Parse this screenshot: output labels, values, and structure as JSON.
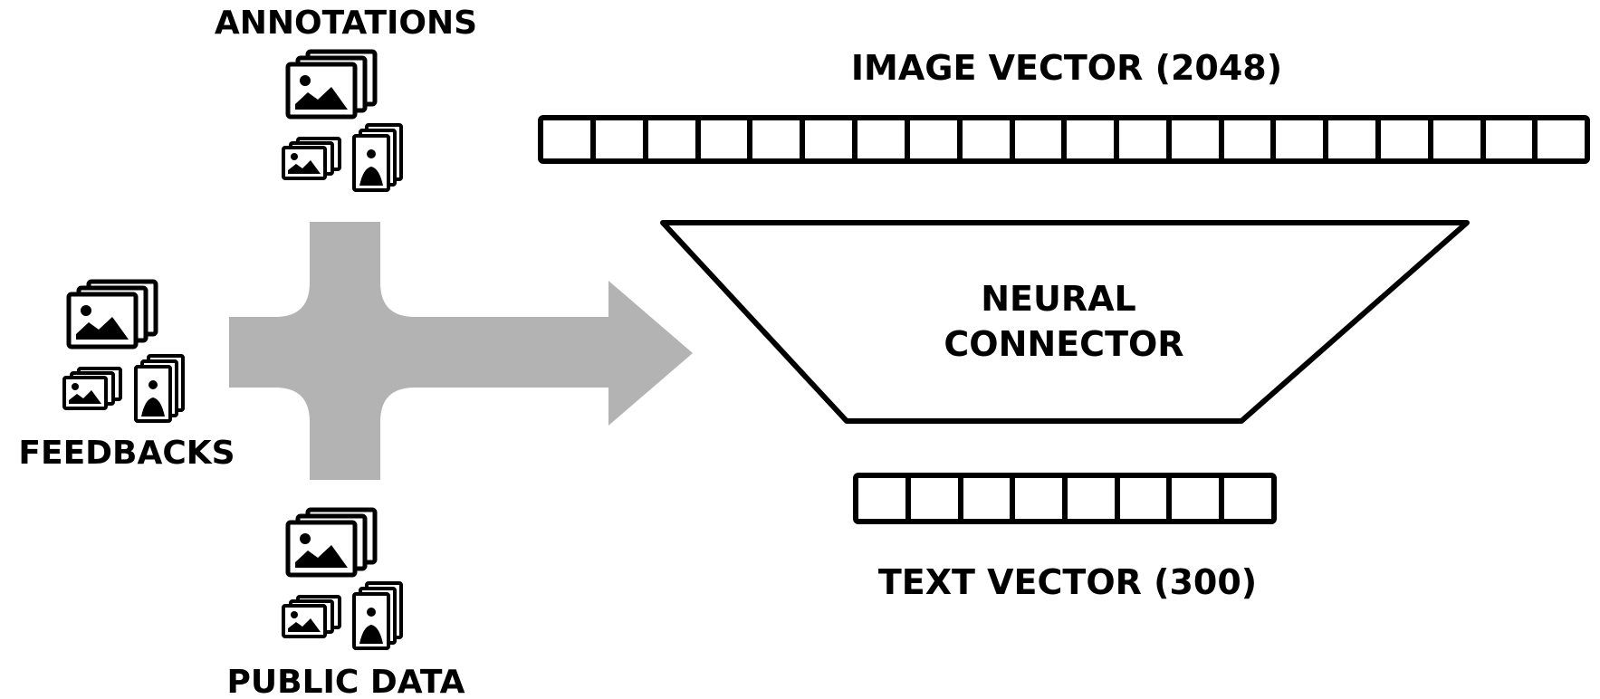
{
  "labels": {
    "annotations": "ANNOTATIONS",
    "feedbacks": "FEEDBACKS",
    "public_data": "PUBLIC DATA",
    "image_vector": "IMAGE VECTOR (2048)",
    "text_vector": "TEXT VECTOR (300)",
    "connector_line1": "NEURAL",
    "connector_line2": "CONNECTOR"
  },
  "icons": {
    "landscape_stack": "landscape-images-stack-icon",
    "small_landscape_stack": "small-landscape-images-stack-icon",
    "portrait_stack": "portrait-images-stack-icon",
    "flow_arrow": "merge-arrow-icon"
  },
  "colors": {
    "stroke": "#000000",
    "arrow_fill": "#b3b3b3",
    "background": "#ffffff"
  }
}
